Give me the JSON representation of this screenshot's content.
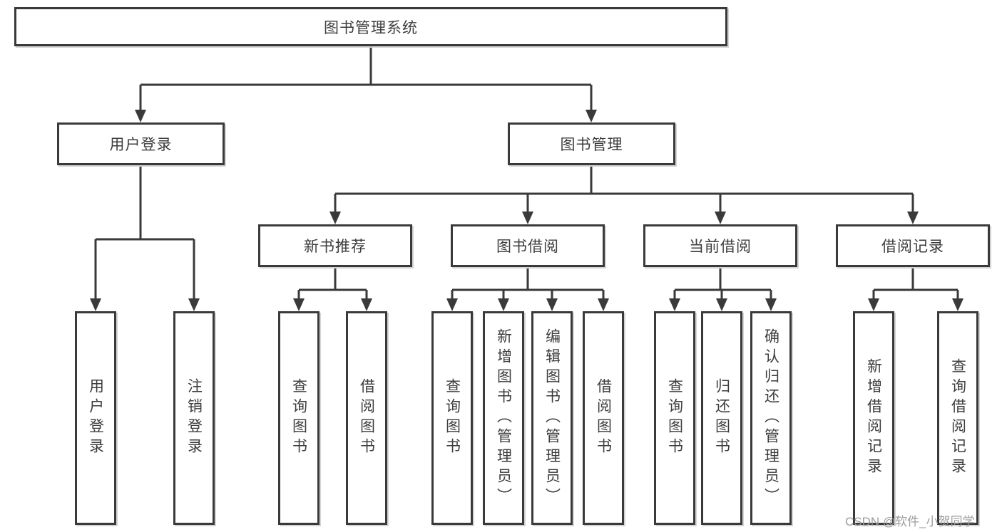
{
  "colors": {
    "line": "#3a3a3a",
    "box_fill": "#ffffff",
    "text": "#3d3d3d",
    "watermark": "#9d9d9d",
    "background": "#ffffff"
  },
  "nodes": {
    "root": "图书管理系统",
    "user_login": "用户登录",
    "book_mgmt": "图书管理",
    "new_book_rec": "新书推荐",
    "book_borrow": "图书借阅",
    "current_borrow": "当前借阅",
    "borrow_record": "借阅记录",
    "ul_user_login": "用户登录",
    "ul_logout": "注销登录",
    "nbr_query_book": "查询图书",
    "nbr_borrow_book": "借阅图书",
    "bb_query_book": "查询图书",
    "bb_add_book": "新增图书（管理员）",
    "bb_edit_book": "编辑图书（管理员）",
    "bb_borrow_book": "借阅图书",
    "cb_query_book": "查询图书",
    "cb_return_book": "归还图书",
    "cb_confirm_return": "确认归还（管理员）",
    "br_add_record": "新增借阅记录",
    "br_query_record": "查询借阅记录"
  },
  "hierarchy": {
    "root": [
      "user_login",
      "book_mgmt"
    ],
    "user_login": [
      "ul_user_login",
      "ul_logout"
    ],
    "book_mgmt": [
      "new_book_rec",
      "book_borrow",
      "current_borrow",
      "borrow_record"
    ],
    "new_book_rec": [
      "nbr_query_book",
      "nbr_borrow_book"
    ],
    "book_borrow": [
      "bb_query_book",
      "bb_add_book",
      "bb_edit_book",
      "bb_borrow_book"
    ],
    "current_borrow": [
      "cb_query_book",
      "cb_return_book",
      "cb_confirm_return"
    ],
    "borrow_record": [
      "br_add_record",
      "br_query_record"
    ]
  },
  "watermark": "CSDN @软件_小贺同学"
}
